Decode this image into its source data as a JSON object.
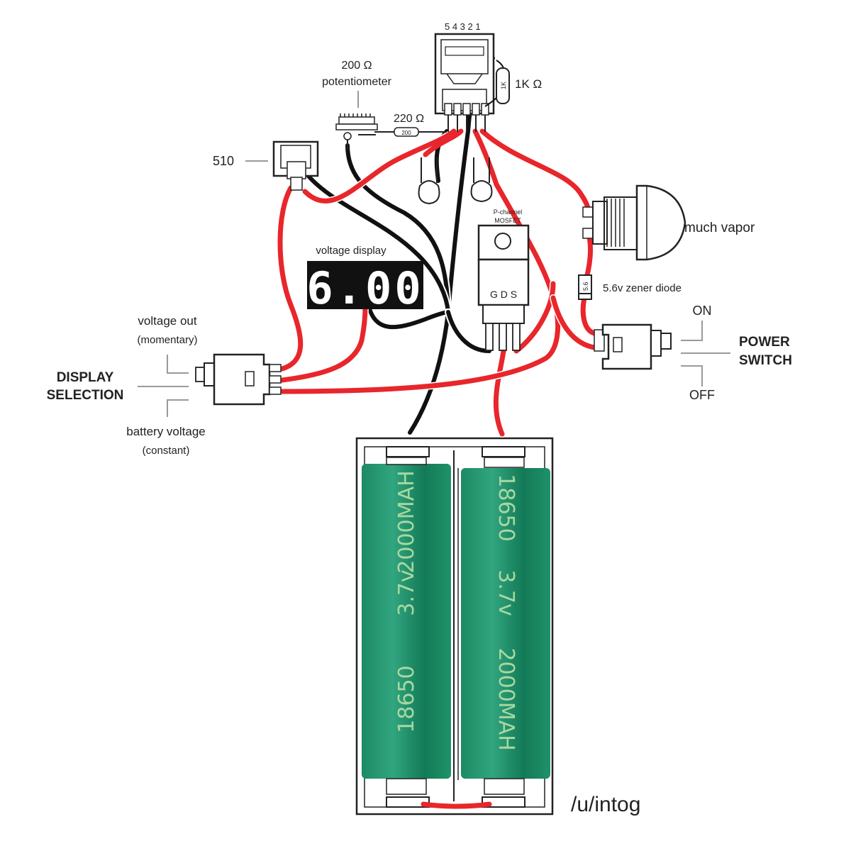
{
  "labels": {
    "module_pins": "5 4 3 2 1",
    "pot_value": "200 Ω",
    "pot_name": "potentiometer",
    "res_1k": "1K Ω",
    "res_220": "220 Ω",
    "res_220_mark": "200",
    "res_1k_mark": "1K",
    "connector_510": "510",
    "display_title": "voltage display",
    "display_value": "6.00",
    "mosfet_title_1": "P-channel",
    "mosfet_title_2": "MOSFET",
    "mosfet_pins": "G  D  S",
    "button_name": "much vapor",
    "zener_label": "5.6v zener diode",
    "zener_mark": "5.6",
    "power_on": "ON",
    "power_off": "OFF",
    "power_switch_1": "POWER",
    "power_switch_2": "SWITCH",
    "voltage_out": "voltage out",
    "momentary": "(momentary)",
    "display_selection_1": "DISPLAY",
    "display_selection_2": "SELECTION",
    "battery_voltage": "battery voltage",
    "constant": "(constant)",
    "credit": "/u/intog"
  },
  "batteries": [
    {
      "type": "18650",
      "voltage": "3.7v",
      "capacity": "2000MAH"
    },
    {
      "type": "18650",
      "voltage": "3.7v",
      "capacity": "2000MAH"
    }
  ],
  "colors": {
    "wire_positive": "#e8262b",
    "wire_negative": "#111111",
    "cell_green": "#239a72",
    "cell_text": "#a7d8a0",
    "display_bg": "#111111"
  }
}
